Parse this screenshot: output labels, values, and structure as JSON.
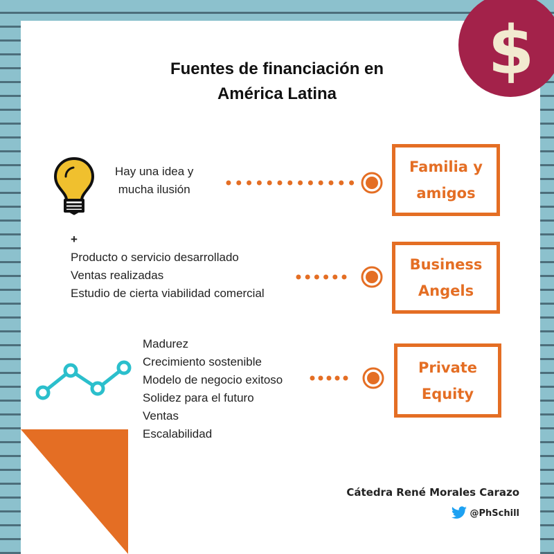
{
  "title": {
    "line1": "Fuentes de financiación en",
    "line2": "América Latina"
  },
  "stages": [
    {
      "lines": [
        "Hay una idea y",
        "mucha ilusión"
      ],
      "icon": "lightbulb-icon",
      "box_lines": [
        "Familia y",
        "amigos"
      ]
    },
    {
      "lines": [
        "+",
        "Producto o servicio desarrollado",
        "Ventas realizadas",
        "Estudio de cierta viabilidad comercial"
      ],
      "box_lines": [
        "Business",
        "Angels"
      ]
    },
    {
      "lines": [
        "Madurez",
        "Crecimiento sostenible",
        "Modelo de negocio exitoso",
        "Solidez para el futuro",
        "Ventas",
        "Escalabilidad"
      ],
      "icon": "growth-chart-icon",
      "box_lines": [
        "Private",
        "Equity"
      ]
    }
  ],
  "coin": {
    "symbol": "$",
    "icon": "dollar-coin-icon"
  },
  "credit": {
    "author": "Cátedra René Morales Carazo",
    "handle": "@PhSchill",
    "icon": "twitter-bird-icon"
  },
  "colors": {
    "accent": "#e46e24",
    "coin": "#a3224a",
    "coin_symbol": "#f2ead0",
    "bulb": "#f0c02e",
    "chart": "#2bbfcc",
    "twitter": "#1da1f2",
    "background_stripe_light": "#8cc1cd",
    "background_stripe_dark": "#4c6e7b"
  }
}
